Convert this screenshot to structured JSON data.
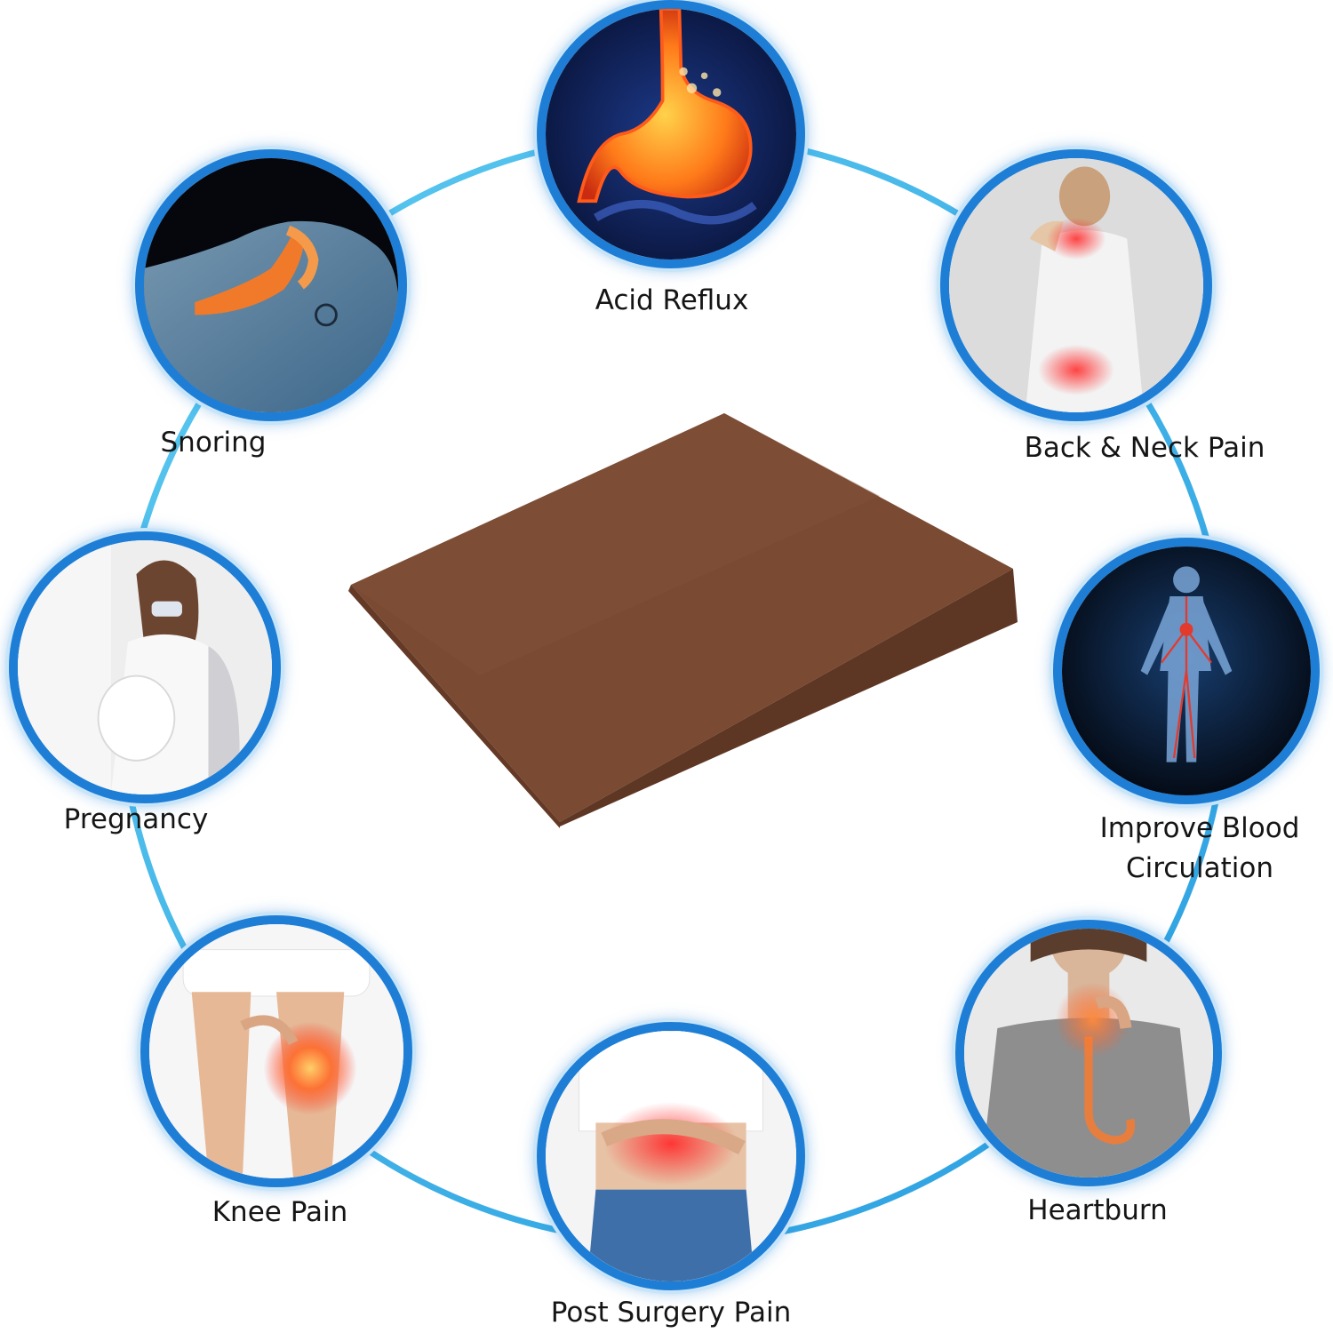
{
  "colors": {
    "ring": "#3fb3e8",
    "badge_border": "#1e7ed6",
    "product": "#7a4a33",
    "text": "#151515"
  },
  "product": {
    "name": "wedge-cushion",
    "color": "#7a4a33"
  },
  "benefits": [
    {
      "id": "acid-reflux",
      "label": "Acid Reflux",
      "icon": "stomach-icon"
    },
    {
      "id": "snoring",
      "label": "Snoring",
      "icon": "airway-icon"
    },
    {
      "id": "back-neck-pain",
      "label": "Back & Neck Pain",
      "icon": "back-pain-icon"
    },
    {
      "id": "pregnancy",
      "label": "Pregnancy",
      "icon": "pregnant-woman-icon"
    },
    {
      "id": "blood-circulation",
      "label_line1": "Improve Blood",
      "label_line2": "Circulation",
      "icon": "circulation-icon"
    },
    {
      "id": "knee-pain",
      "label": "Knee Pain",
      "icon": "knee-icon"
    },
    {
      "id": "post-surgery-pain",
      "label": "Post Surgery Pain",
      "icon": "abdomen-icon"
    },
    {
      "id": "heartburn",
      "label": "Heartburn",
      "icon": "throat-icon"
    }
  ]
}
